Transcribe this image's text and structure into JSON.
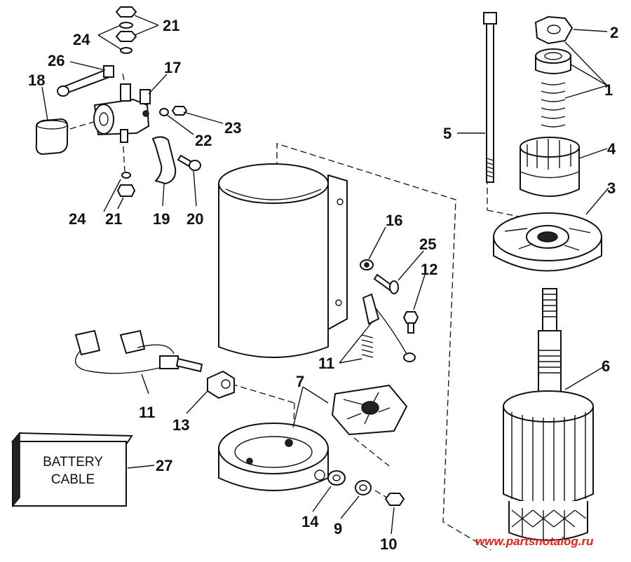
{
  "callouts": [
    {
      "id": "c21a",
      "text": "21"
    },
    {
      "id": "c24a",
      "text": "24"
    },
    {
      "id": "c26",
      "text": "26"
    },
    {
      "id": "c17",
      "text": "17"
    },
    {
      "id": "c18",
      "text": "18"
    },
    {
      "id": "c23",
      "text": "23"
    },
    {
      "id": "c22",
      "text": "22"
    },
    {
      "id": "c24b",
      "text": "24"
    },
    {
      "id": "c21b",
      "text": "21"
    },
    {
      "id": "c19",
      "text": "19"
    },
    {
      "id": "c20",
      "text": "20"
    },
    {
      "id": "c16",
      "text": "16"
    },
    {
      "id": "c25",
      "text": "25"
    },
    {
      "id": "c12",
      "text": "12"
    },
    {
      "id": "c11a",
      "text": "11"
    },
    {
      "id": "c11b",
      "text": "11"
    },
    {
      "id": "c7",
      "text": "7"
    },
    {
      "id": "c13",
      "text": "13"
    },
    {
      "id": "c27",
      "text": "27"
    },
    {
      "id": "c14",
      "text": "14"
    },
    {
      "id": "c9",
      "text": "9"
    },
    {
      "id": "c10",
      "text": "10"
    },
    {
      "id": "c2",
      "text": "2"
    },
    {
      "id": "c1",
      "text": "1"
    },
    {
      "id": "c5",
      "text": "5"
    },
    {
      "id": "c4",
      "text": "4"
    },
    {
      "id": "c3",
      "text": "3"
    },
    {
      "id": "c6",
      "text": "6"
    }
  ],
  "battery_cable": {
    "line1": "BATTERY",
    "line2": "CABLE"
  },
  "watermark": "www.partsnotalog.ru",
  "colors": {
    "ink": "#111111",
    "watermark": "#e8201a",
    "background": "#ffffff"
  }
}
